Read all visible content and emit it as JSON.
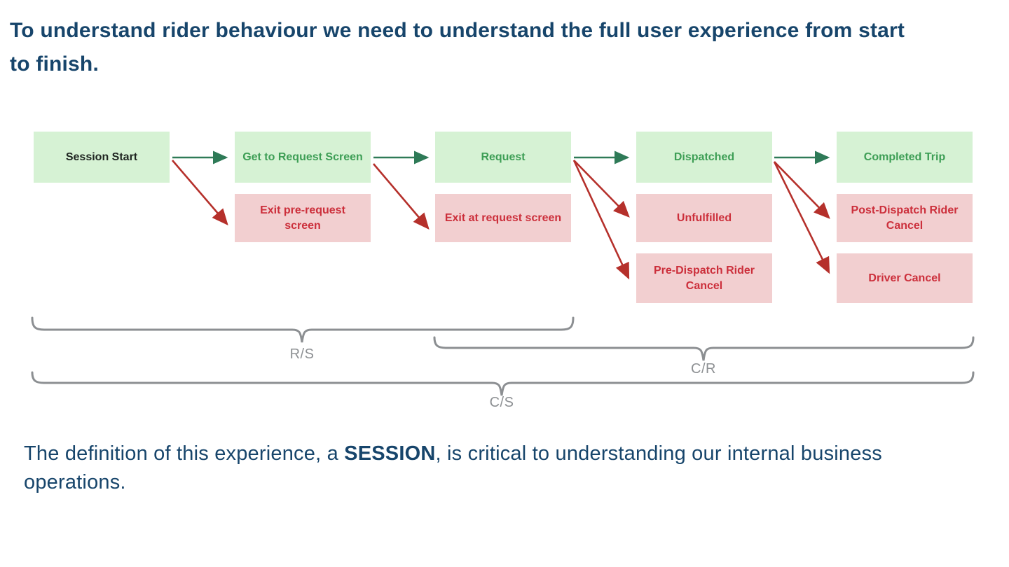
{
  "title": {
    "text": "To understand rider behaviour we need to understand the full user experience from start to finish."
  },
  "flow": {
    "stages": [
      {
        "label": "Session Start"
      },
      {
        "label": "Get to Request Screen"
      },
      {
        "label": "Request"
      },
      {
        "label": "Dispatched"
      },
      {
        "label": "Completed Trip"
      }
    ],
    "exits": [
      {
        "label": "Exit pre-request screen"
      },
      {
        "label": "Exit at request screen"
      },
      {
        "label": "Unfulfilled"
      },
      {
        "label": "Pre-Dispatch Rider Cancel"
      },
      {
        "label": "Post-Dispatch Rider Cancel"
      },
      {
        "label": "Driver Cancel"
      }
    ]
  },
  "metrics": [
    {
      "label": "R/S"
    },
    {
      "label": "C/R"
    },
    {
      "label": "C/S"
    }
  ],
  "footer": {
    "prefix": "The definition of this experience, a ",
    "emphasis": "SESSION",
    "suffix": ", is critical to understanding our internal business operations."
  },
  "colors": {
    "navy": "#17456b",
    "green-bg": "#d6f2d4",
    "green-text": "#3d9e55",
    "red-bg": "#f2cfd0",
    "red-text": "#cc2f3b",
    "arrow-green": "#2e7a57",
    "arrow-red": "#b5302b",
    "brace": "#8c8f92",
    "brace-text": "#8d9093"
  }
}
